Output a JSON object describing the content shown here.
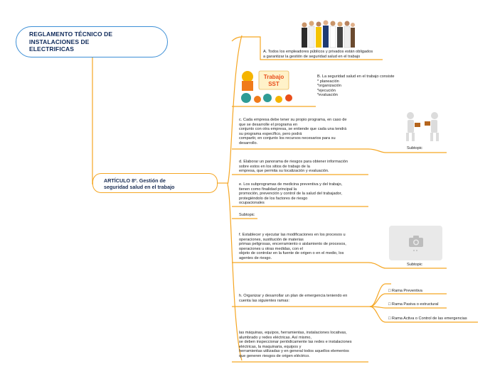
{
  "root": {
    "title_lines": [
      "REGLAMENTO  TÉCNICO DE",
      "INSTALACIONES DE",
      "ELECTRIFICAS"
    ]
  },
  "main_topic": {
    "lines": [
      "ARTÍCULO 8º. Gestión de",
      "seguridad salud  en el trabajo"
    ]
  },
  "topics": {
    "a": "A. Todos los  empleadores públicos y privados están obligados\na garantizar la gestión de seguridad salud en el trabajo",
    "b": "B. La  seguridad salud en el trabajo consiste\n* planeación\n*organización\n*ejecución\n*evaluación",
    "c": "c. Cada empresa debe tener su propio programa, en caso de\nque se desarrolle el programa en\nconjunto con otra empresa, se entiende que cada una tendrá\nsu programa específico, pero podrá\ncompartir, en conjunto los recursos necesarios para su\ndesarrollo.",
    "c_subtopic": "Subtopic",
    "d": "d. Elaborar un panorama de riesgos para obtener información\nsobre estos en los sitios de trabajo de la\nempresa, que permita su localización y evaluación.",
    "e": "e. Los subprogramas de medicina preventiva y del trabajo,\ntienen como finalidad principal la\npromoción, prevención y control de la salud del trabajador,\nprotegiéndolo de los factores de riesgo\nocupacionales",
    "subtopic": "Subtopic",
    "f": "f. Establecer y ejecutar las modificaciones en los procesos u\noperaciones, sustitución de materias\nprimas peligrosas, encerramiento o aislamiento de procesos,\noperaciones u otras medidas, con el\nobjeto de controlar en la fuente de origen o en el medio, los\nagentes de riesgo.",
    "f_subtopic": "Subtopic",
    "h": "h. Organizar y desarrollar un plan de emergencia teniendo en\ncuenta las siguientes ramas:",
    "h_branches": [
      "□ Rama Preventiva",
      "□ Rama Pasiva o estructural",
      "□ Rama Activa o Control de las emergencias"
    ],
    "last": "las máquinas, equipos, herramientas, instalaciones locativas,\nalumbrado y redes eléctricas. Así mismo,\nse deben inspeccionar periódicamente las redes e instalaciones\neléctricas, la maquinaria, equipos y\nherramientas utilizadas y en general todos aquellos elementos\nque generen riesgos de origen eléctrico."
  },
  "images": {
    "b_sign_lines": [
      "Trabajo",
      "SST"
    ]
  },
  "colors": {
    "line": "#f5a623",
    "root_border": "#3d8fd6",
    "root_text": "#0f2a5a"
  }
}
